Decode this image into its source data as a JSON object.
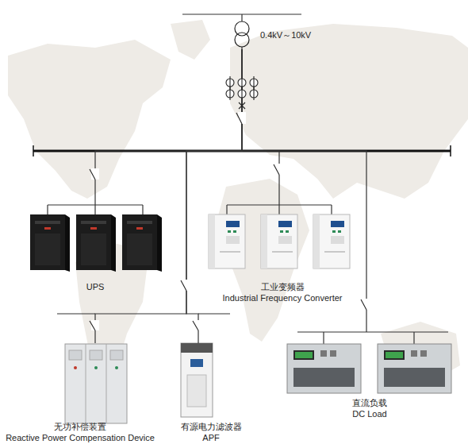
{
  "diagram": {
    "nodes": [
      {
        "text": [
          "0.4kV～10kV"
        ]
      },
      {
        "text": [
          "UPS"
        ]
      },
      {
        "text": [
          "工业变频器",
          "Industrial Frequency Converter"
        ]
      },
      {
        "text": [
          "无功补偿装置",
          "Reactive Power Compensation Device"
        ]
      },
      {
        "text": [
          "有源电力滤波器",
          "APF"
        ]
      },
      {
        "text": [
          "直流负载",
          "DC Load"
        ]
      }
    ],
    "edges": [
      {
        "from": 0,
        "to": 1,
        "arrow": "none"
      },
      {
        "from": 0,
        "to": 2,
        "arrow": "none"
      },
      {
        "from": 0,
        "to": 3,
        "arrow": "none"
      },
      {
        "from": 0,
        "to": 4,
        "arrow": "none"
      },
      {
        "from": 0,
        "to": 5,
        "arrow": "none"
      }
    ]
  }
}
